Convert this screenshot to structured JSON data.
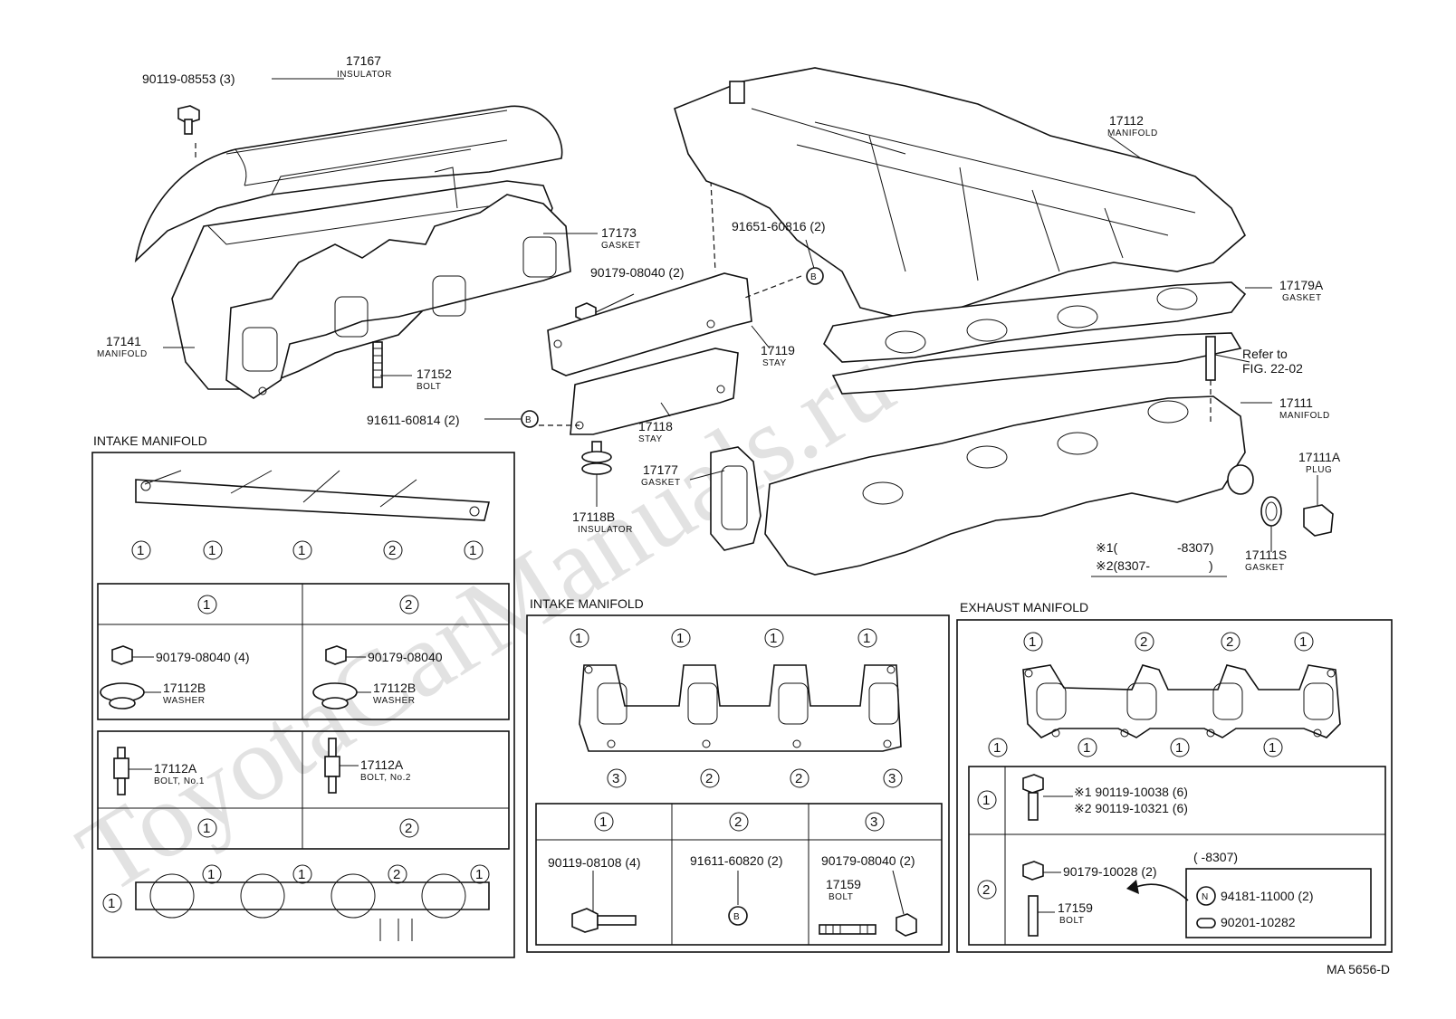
{
  "watermark": "ToyotaCarManuals.ru",
  "footer_code": "MA 5656-D",
  "parts": {
    "p90119_08553": {
      "num": "90119-08553 (3)"
    },
    "p17167": {
      "num": "17167",
      "name": "INSULATOR"
    },
    "p17173": {
      "num": "17173",
      "name": "GASKET"
    },
    "p90179_08040_2": {
      "num": "90179-08040 (2)"
    },
    "p17141": {
      "num": "17141",
      "name": "MANIFOLD"
    },
    "p17152": {
      "num": "17152",
      "name": "BOLT"
    },
    "p91611_60814": {
      "num": "91611-60814 (2)"
    },
    "p91651_60816": {
      "num": "91651-60816 (2)"
    },
    "p17119": {
      "num": "17119",
      "name": "STAY"
    },
    "p17118": {
      "num": "17118",
      "name": "STAY"
    },
    "p17118B": {
      "num": "17118B",
      "name": "INSULATOR"
    },
    "p17177": {
      "num": "17177",
      "name": "GASKET"
    },
    "p17112": {
      "num": "17112",
      "name": "MANIFOLD"
    },
    "p17179A": {
      "num": "17179A",
      "name": "GASKET"
    },
    "refer": {
      "line1": "Refer to",
      "line2": "FIG. 22-02"
    },
    "p17111": {
      "num": "17111",
      "name": "MANIFOLD"
    },
    "p17111A": {
      "num": "17111A",
      "name": "PLUG"
    },
    "p17111S": {
      "num": "17111S",
      "name": "GASKET"
    }
  },
  "legend": {
    "n1": "※1(",
    "r1": "-8307)",
    "n2": "※2(8307-",
    "r2": ")"
  },
  "circle_b": "B",
  "circle_n": "N",
  "panel_left": {
    "title": "INTAKE MANIFOLD",
    "top_markers": [
      "1",
      "1",
      "1",
      "2",
      "1"
    ],
    "head1": "1",
    "head2": "2",
    "c1_bolt": "90179-08040 (4)",
    "c1_washer_num": "17112B",
    "c1_washer_name": "WASHER",
    "c2_bolt": "90179-08040",
    "c2_washer_num": "17112B",
    "c2_washer_name": "WASHER",
    "c1_stud_num": "17112A",
    "c1_stud_name": "BOLT, No.1",
    "c2_stud_num": "17112A",
    "c2_stud_name": "BOLT, No.2",
    "foot1": "1",
    "foot2": "2",
    "bottom_markers": [
      "1",
      "1",
      "1",
      "2",
      "1"
    ]
  },
  "panel_mid": {
    "title": "INTAKE MANIFOLD",
    "top_markers": [
      "1",
      "1",
      "1",
      "1"
    ],
    "bottom_markers": [
      "3",
      "2",
      "2",
      "3"
    ],
    "head1": "1",
    "head2": "2",
    "head3": "3",
    "c1_part": "90119-08108 (4)",
    "c2_part": "91611-60820 (2)",
    "c3_part": "90179-08040 (2)",
    "c3_bolt_num": "17159",
    "c3_bolt_name": "BOLT"
  },
  "panel_right": {
    "title": "EXHAUST MANIFOLD",
    "top_markers": [
      "1",
      "2",
      "2",
      "1"
    ],
    "bottom_markers": [
      "1",
      "1",
      "1",
      "1"
    ],
    "row1": "1",
    "row2": "2",
    "r1_a": "※1 90119-10038 (6)",
    "r1_b": "※2 90119-10321 (6)",
    "r2_nut": "90179-10028 (2)",
    "r2_bolt_num": "17159",
    "r2_bolt_name": "BOLT",
    "r2_range": "(        -8307)",
    "r2_n_part": "94181-11000 (2)",
    "r2_w_part": "90201-10282"
  }
}
